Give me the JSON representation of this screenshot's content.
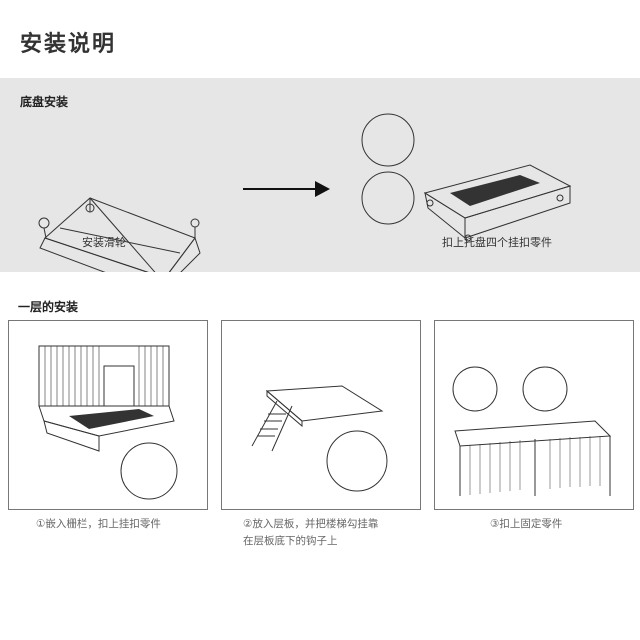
{
  "title": "安装说明",
  "section1": {
    "heading": "底盘安装",
    "step_a": "安装滑轮",
    "step_b": "扣上托盘四个挂扣零件"
  },
  "section2": {
    "heading": "一层的安装",
    "steps": [
      {
        "caption": "①嵌入栅栏，扣上挂扣零件"
      },
      {
        "caption_line1": "②放入层板，并把楼梯勾挂靠",
        "caption_line2": "在层板底下的钩子上"
      },
      {
        "caption": "③扣上固定零件"
      }
    ]
  }
}
